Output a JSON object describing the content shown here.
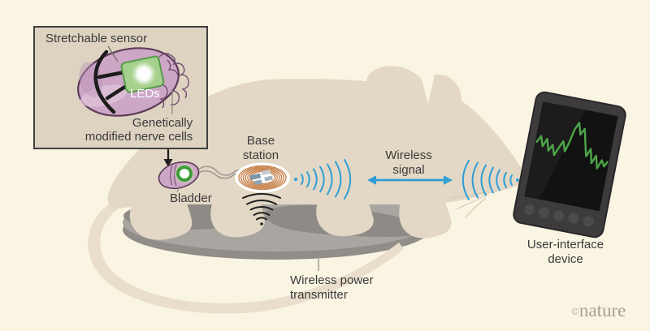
{
  "inset": {
    "title": "Stretchable sensor",
    "led_label": "LEDs",
    "nerve_line1": "Genetically",
    "nerve_line2": "modified nerve cells"
  },
  "labels": {
    "bladder": "Bladder",
    "base_station_line1": "Base",
    "base_station_line2": "station",
    "wireless_signal_line1": "Wireless",
    "wireless_signal_line2": "signal",
    "power_line1": "Wireless power",
    "power_line2": "transmitter",
    "device_line1": "User-interface",
    "device_line2": "device"
  },
  "credit": {
    "symbol": "©",
    "name": "nature"
  },
  "device": {
    "waveform_points": "656,183 660,175 664,187 668,177 672,191 676,183 680,195 684,185 688,176 692,188 695,178 699,159 703,150 707,164 711,156 715,173 719,189 723,179 727,196 731,186 735,201 739,190 743,197 746,191"
  },
  "colors": {
    "background_cream": "#faf4e3",
    "inset_tan": "#ddd3c0",
    "mouse_beige": "#e3d8c5",
    "tail_beige": "#e9decb",
    "disc_gray": "#a9a6a1",
    "disc_shadow_gray": "#8e8b86",
    "bladder_mauve": "#cda7c6",
    "bladder_outline": "#5e3c5a",
    "led_green": "#a6d18c",
    "led_ring_green": "#3f9c35",
    "signal_blue": "#2f9fd6",
    "coil_orange": "#c9854f",
    "waveform_green": "#4ca647",
    "tablet_gray": "#3d3b3c",
    "text_gray": "#3a3a3a"
  }
}
